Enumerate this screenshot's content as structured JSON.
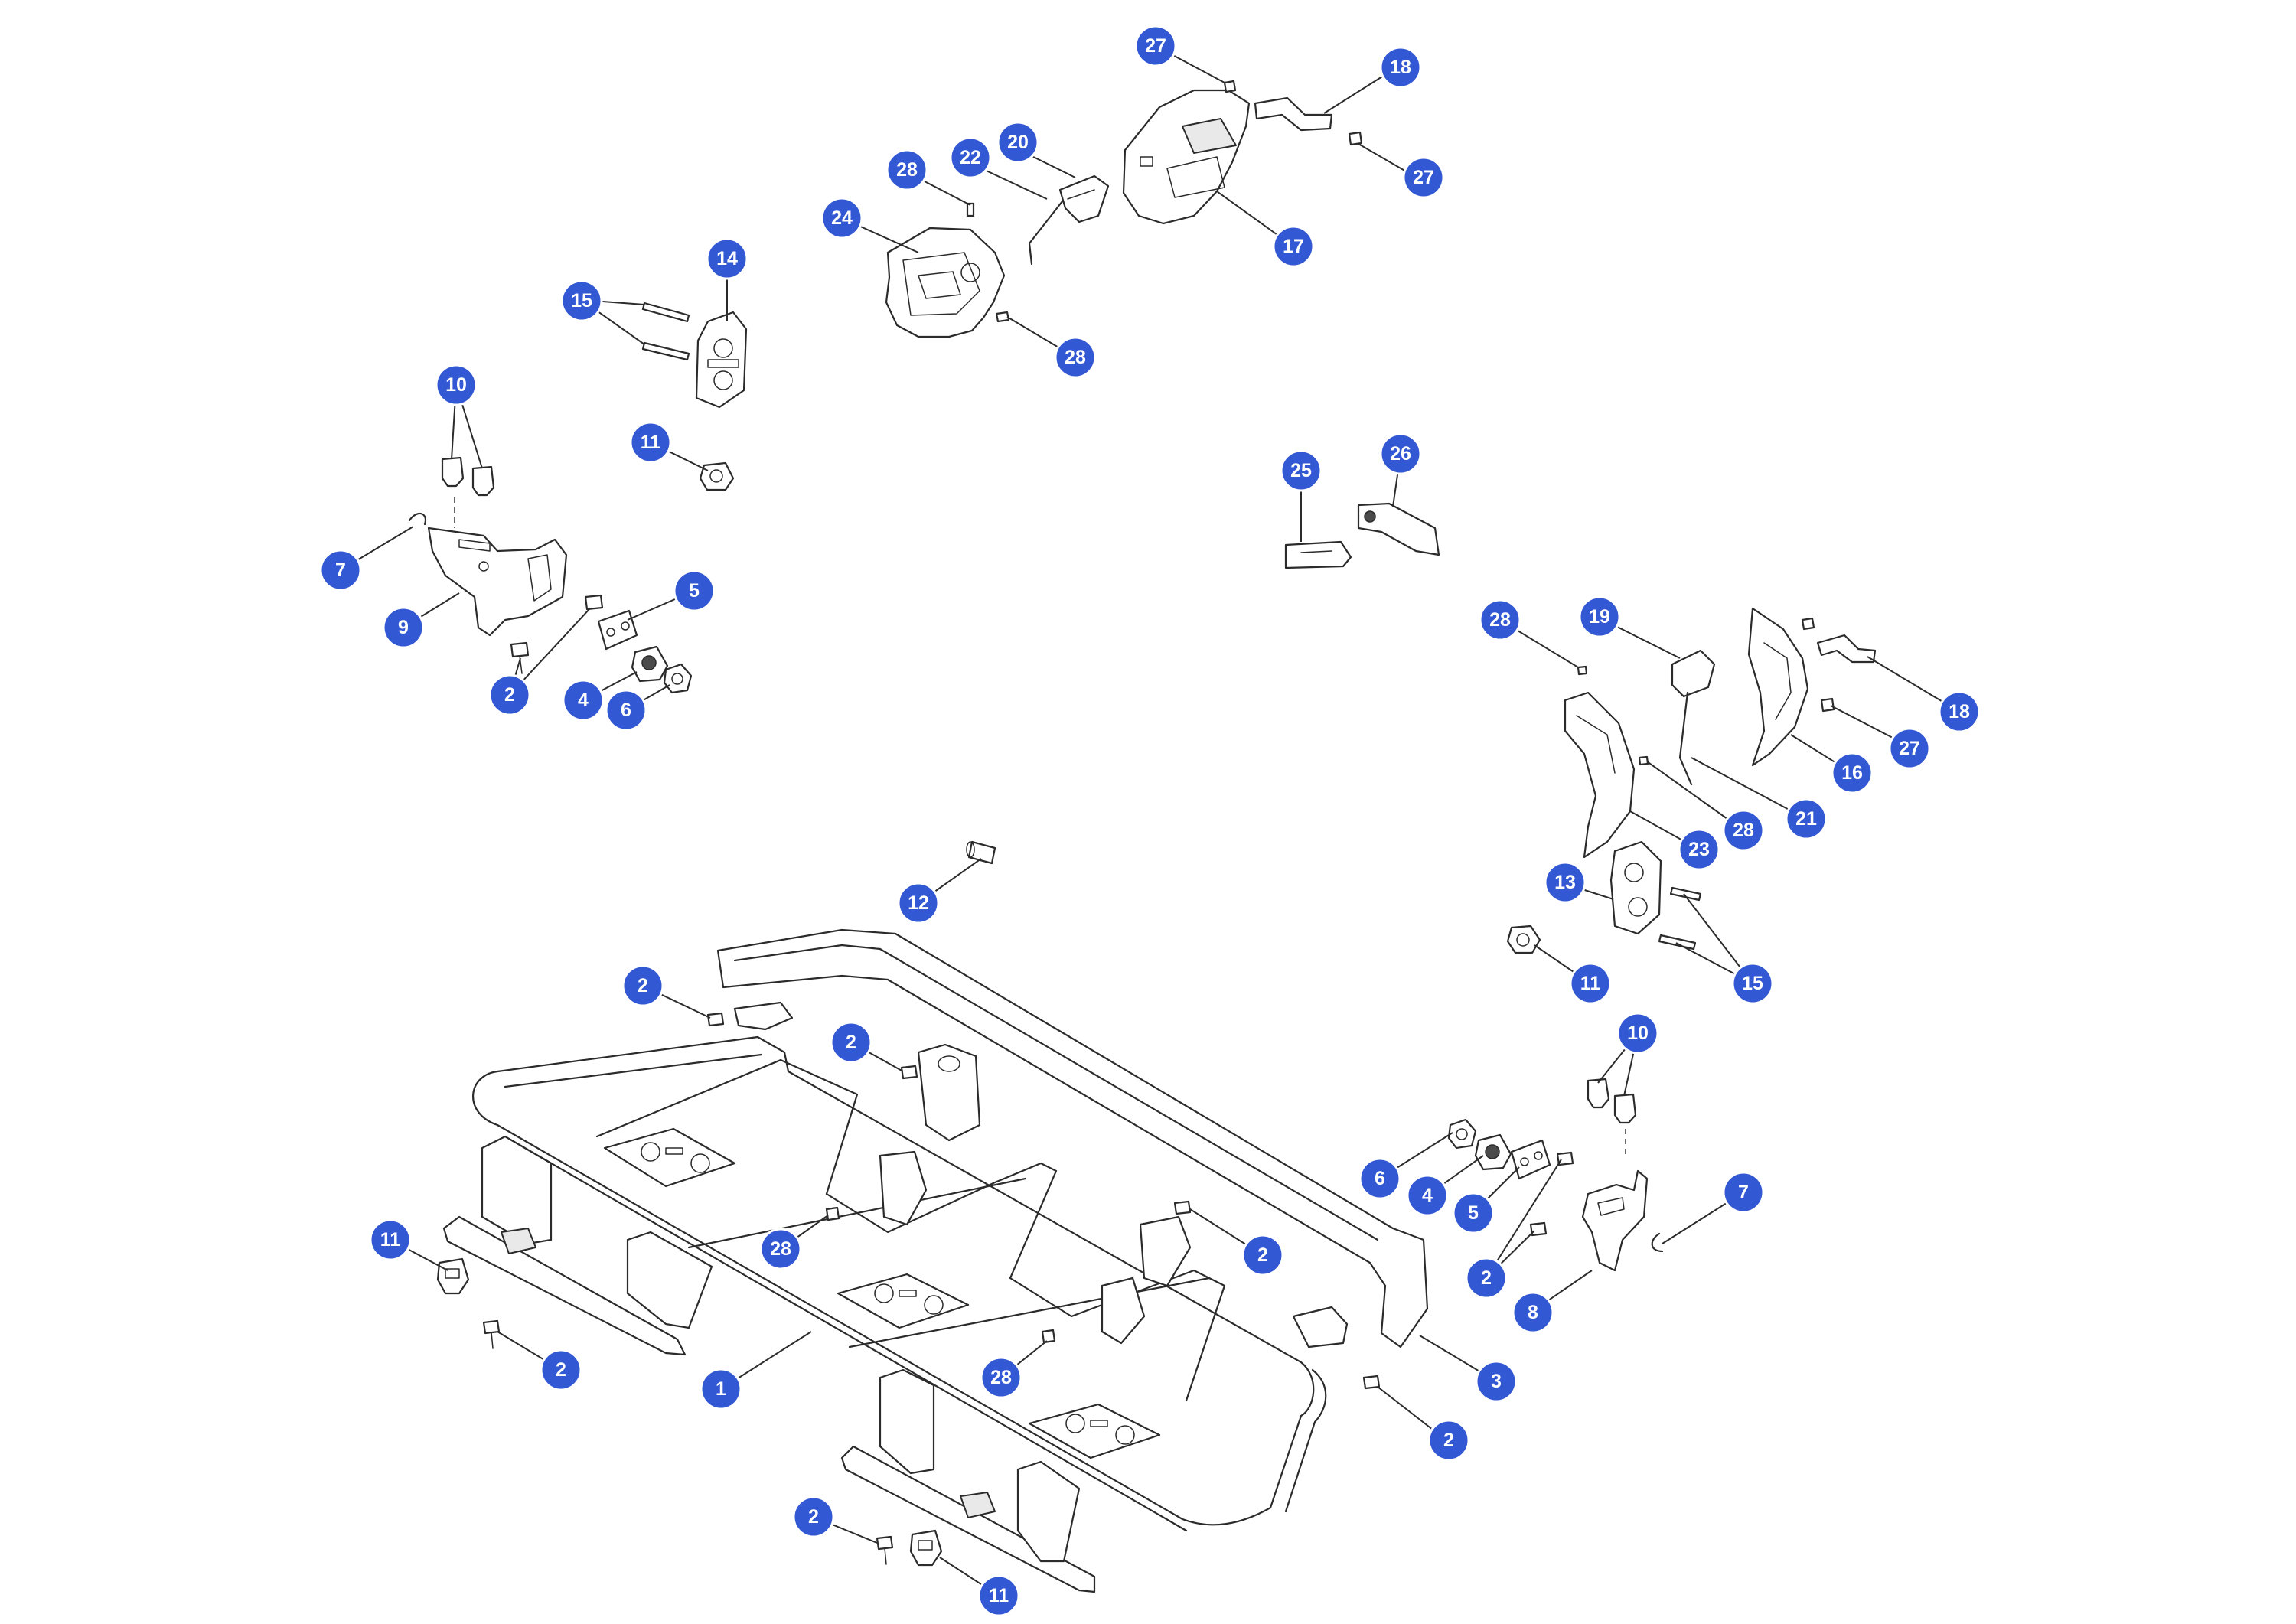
{
  "diagram": {
    "callouts": [
      {
        "id": "c27a",
        "label": "27"
      },
      {
        "id": "c18a",
        "label": "18"
      },
      {
        "id": "c27b",
        "label": "27"
      },
      {
        "id": "c20",
        "label": "20"
      },
      {
        "id": "c22",
        "label": "22"
      },
      {
        "id": "c28a",
        "label": "28"
      },
      {
        "id": "c24",
        "label": "24"
      },
      {
        "id": "c17",
        "label": "17"
      },
      {
        "id": "c28b",
        "label": "28"
      },
      {
        "id": "c14",
        "label": "14"
      },
      {
        "id": "c15a",
        "label": "15"
      },
      {
        "id": "c10a",
        "label": "10"
      },
      {
        "id": "c11a",
        "label": "11"
      },
      {
        "id": "c25",
        "label": "25"
      },
      {
        "id": "c26",
        "label": "26"
      },
      {
        "id": "c7a",
        "label": "7"
      },
      {
        "id": "c9",
        "label": "9"
      },
      {
        "id": "c5a",
        "label": "5"
      },
      {
        "id": "c2a",
        "label": "2"
      },
      {
        "id": "c4a",
        "label": "4"
      },
      {
        "id": "c6a",
        "label": "6"
      },
      {
        "id": "c28c",
        "label": "28"
      },
      {
        "id": "c19",
        "label": "19"
      },
      {
        "id": "c18b",
        "label": "18"
      },
      {
        "id": "c27c",
        "label": "27"
      },
      {
        "id": "c16",
        "label": "16"
      },
      {
        "id": "c21",
        "label": "21"
      },
      {
        "id": "c28d",
        "label": "28"
      },
      {
        "id": "c23",
        "label": "23"
      },
      {
        "id": "c13",
        "label": "13"
      },
      {
        "id": "c15b",
        "label": "15"
      },
      {
        "id": "c11b",
        "label": "11"
      },
      {
        "id": "c12",
        "label": "12"
      },
      {
        "id": "c2b",
        "label": "2"
      },
      {
        "id": "c2c",
        "label": "2"
      },
      {
        "id": "c10b",
        "label": "10"
      },
      {
        "id": "c6b",
        "label": "6"
      },
      {
        "id": "c4b",
        "label": "4"
      },
      {
        "id": "c5b",
        "label": "5"
      },
      {
        "id": "c7b",
        "label": "7"
      },
      {
        "id": "c11c",
        "label": "11"
      },
      {
        "id": "c28e",
        "label": "28"
      },
      {
        "id": "c2d",
        "label": "2"
      },
      {
        "id": "c2e",
        "label": "2"
      },
      {
        "id": "c8",
        "label": "8"
      },
      {
        "id": "c2f",
        "label": "2"
      },
      {
        "id": "c1",
        "label": "1"
      },
      {
        "id": "c28f",
        "label": "28"
      },
      {
        "id": "c3",
        "label": "3"
      },
      {
        "id": "c2g",
        "label": "2"
      },
      {
        "id": "c2h",
        "label": "2"
      },
      {
        "id": "c11d",
        "label": "11"
      }
    ],
    "colors": {
      "callout_fill": "#3358d4",
      "callout_text": "#ffffff",
      "line": "#2b2b2b"
    }
  }
}
